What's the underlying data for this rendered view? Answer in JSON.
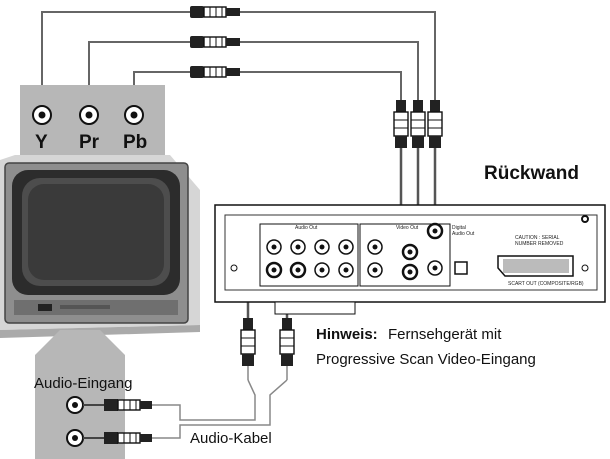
{
  "labels": {
    "jack_y": "Y",
    "jack_pr": "Pr",
    "jack_pb": "Pb",
    "rear_panel": "Rückwand",
    "note_heading": "Hinweis:",
    "note_line1": "Fernsehgerät mit",
    "note_line2": "Progressive Scan Video-Eingang",
    "audio_input": "Audio-Eingang",
    "audio_cable": "Audio-Kabel"
  },
  "panel_text": {
    "audio_out": "Audio Out",
    "video_out": "Video Out",
    "digital_audio_out": "Digital\nAudio Out",
    "caution": "CAUTION : SERIAL\nNUMBER REMOVED",
    "scart": "SCART OUT (COMPOSITE/RGB)"
  },
  "colors": {
    "panel_gray": "#b7b7b7",
    "wire": "#666666",
    "ink": "#111111"
  }
}
